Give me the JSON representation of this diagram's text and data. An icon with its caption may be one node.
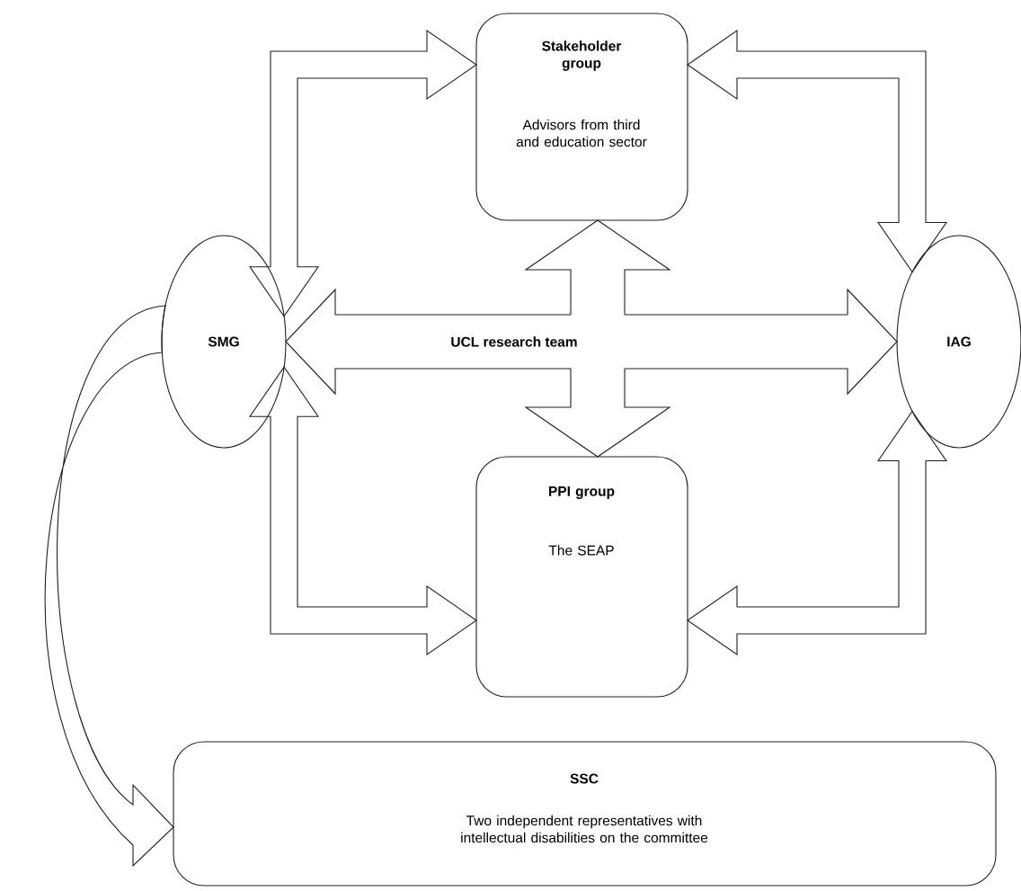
{
  "diagram": {
    "nodes": [
      {
        "text": [
          "Stakeholder group",
          "Advisors from third and education sector"
        ]
      },
      {
        "text": [
          "SMG"
        ]
      },
      {
        "text": [
          "UCL research team"
        ]
      },
      {
        "text": [
          "IAG"
        ]
      },
      {
        "text": [
          "PPI group",
          "The SEAP"
        ]
      },
      {
        "text": [
          "SSC",
          "Two independent representatives with intellectual disabilities on the committee"
        ]
      }
    ],
    "edges": [
      {
        "from": 2,
        "to": 0,
        "arrow": "to"
      },
      {
        "from": 2,
        "to": 1,
        "arrow": "to"
      },
      {
        "from": 2,
        "to": 3,
        "arrow": "to"
      },
      {
        "from": 2,
        "to": 4,
        "arrow": "to"
      },
      {
        "from": 1,
        "to": 0,
        "arrow": "both"
      },
      {
        "from": 0,
        "to": 3,
        "arrow": "both"
      },
      {
        "from": 1,
        "to": 4,
        "arrow": "both"
      },
      {
        "from": 4,
        "to": 3,
        "arrow": "both"
      },
      {
        "from": 1,
        "to": 5,
        "arrow": "to"
      }
    ]
  }
}
